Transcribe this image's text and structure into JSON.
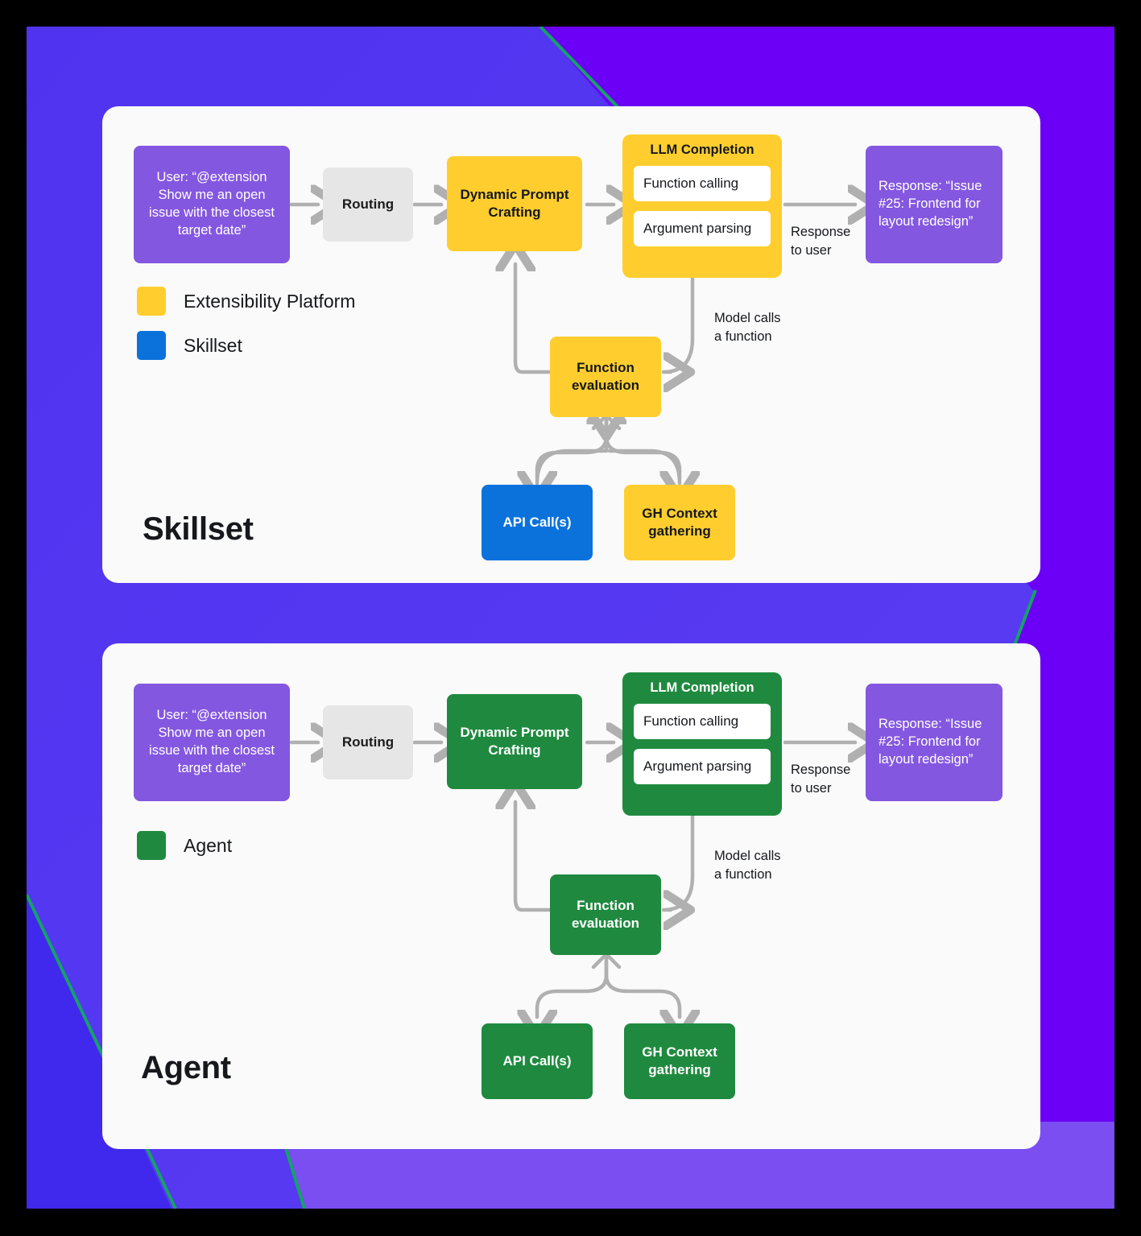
{
  "colors": {
    "bg_blue_violet": "#4d33ee",
    "bg_bright_purple": "#6c00f6",
    "bg_light_purple": "#7a4ef0",
    "accent_green_line": "#13a367",
    "panel": "#fafafa",
    "purple_node": "#8457e0",
    "grey_node": "#e6e6e6",
    "yellow": "#ffce2e",
    "blue": "#0b72dc",
    "green": "#1f8a3f",
    "arrow": "#b0b0b0",
    "text_dark": "#16181c",
    "text_light": "#ffffff"
  },
  "panels": [
    {
      "id": "skillset",
      "title": "Skillset",
      "legend": [
        {
          "label": "Extensibility Platform",
          "color": "#ffce2e",
          "swatch_name": "legend-swatch-extensibility-platform"
        },
        {
          "label": "Skillset",
          "color": "#0b72dc",
          "swatch_name": "legend-swatch-skillset"
        }
      ],
      "nodes": {
        "user_prompt": "User: “@extension Show me an open issue with the closest target date”",
        "routing": "Routing",
        "dynamic_prompt": "Dynamic Prompt Crafting",
        "llm_title": "LLM Completion",
        "llm_sub_1": "Function calling",
        "llm_sub_2": "Argument parsing",
        "response": "Response: “Issue #25: Frontend for layout redesign”",
        "function_evaluation": "Function evaluation",
        "api_calls": "API Call(s)",
        "gh_context": "GH Context gathering"
      },
      "edge_labels": {
        "response_to_user": "Response\nto user",
        "model_calls": "Model calls\na function"
      }
    },
    {
      "id": "agent",
      "title": "Agent",
      "legend": [
        {
          "label": "Agent",
          "color": "#1f8a3f",
          "swatch_name": "legend-swatch-agent"
        }
      ],
      "nodes": {
        "user_prompt": "User: “@extension Show me an open issue with the closest target date”",
        "routing": "Routing",
        "dynamic_prompt": "Dynamic Prompt Crafting",
        "llm_title": "LLM Completion",
        "llm_sub_1": "Function calling",
        "llm_sub_2": "Argument parsing",
        "response": "Response: “Issue #25: Frontend for layout redesign”",
        "function_evaluation": "Function evaluation",
        "api_calls": "API Call(s)",
        "gh_context": "GH Context gathering"
      },
      "edge_labels": {
        "response_to_user": "Response\nto user",
        "model_calls": "Model calls\na function"
      }
    }
  ]
}
